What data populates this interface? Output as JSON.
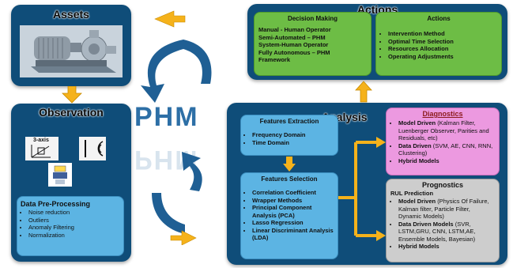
{
  "assets": {
    "title": "Assets"
  },
  "observation": {
    "title": "Observation",
    "sensor_label": "3-axis",
    "preprocessing": {
      "heading": "Data Pre-Processing",
      "items": [
        "Noise reduction",
        "Outliers",
        "Anomaly Filtering",
        "Normalization"
      ]
    }
  },
  "center": {
    "phm": "PHM"
  },
  "actions": {
    "title": "Actions",
    "decision": {
      "heading": "Decision Making",
      "lines": [
        "Manual - Human Operator",
        "Semi-Automated – PHM",
        "System-Human Operator",
        "Fully Autonomous – PHM",
        "Framework"
      ]
    },
    "actions_box": {
      "heading": "Actions",
      "items": [
        "Intervention Method",
        "Optimal Time Selection",
        "Resources Allocation",
        "Operating Adjustments"
      ]
    }
  },
  "analysis": {
    "title": "Analysis",
    "features_extraction": {
      "heading": "Features Extraction",
      "items": [
        "Frequency Domain",
        "Time Domain"
      ]
    },
    "features_selection": {
      "heading": "Features Selection",
      "items": [
        "Correlation Coefficient",
        "Wrapper Methods",
        "Principal Component Analysis (PCA)",
        "Lasso Regression",
        "Linear Discriminant Analysis (LDA)"
      ]
    },
    "diagnostics": {
      "heading": "Diagnostics",
      "items": [
        {
          "name": "Model Driven",
          "detail": "(Kalman Filter, Luenberger Observer, Parities and Residuals, etc)"
        },
        {
          "name": "Data Driven",
          "detail": "(SVM, AE, CNN, RNN, Clustering)"
        },
        {
          "name": "Hybrid Models",
          "detail": ""
        }
      ]
    },
    "prognostics": {
      "heading": "Prognostics",
      "subheading": "RUL Prediction",
      "items": [
        {
          "name": "Model Driven",
          "detail": "(Physics Of Failure, Kalman filter, Particle Filter, Dynamic Models)"
        },
        {
          "name": "Data Driven Models",
          "detail": "(SVR, LSTM,GRU, CNN, LSTM,AE, Ensemble Models, Bayesian)"
        },
        {
          "name": "Hybrid Models",
          "detail": ""
        }
      ]
    }
  },
  "colors": {
    "panel": "#0f4d79",
    "arrow": "#f5b21b",
    "cycle": "#1f5f94",
    "light_blue": "#5cb4e3",
    "green": "#6dbd45",
    "pink": "#ec99e0",
    "grey": "#cdcdcd"
  }
}
